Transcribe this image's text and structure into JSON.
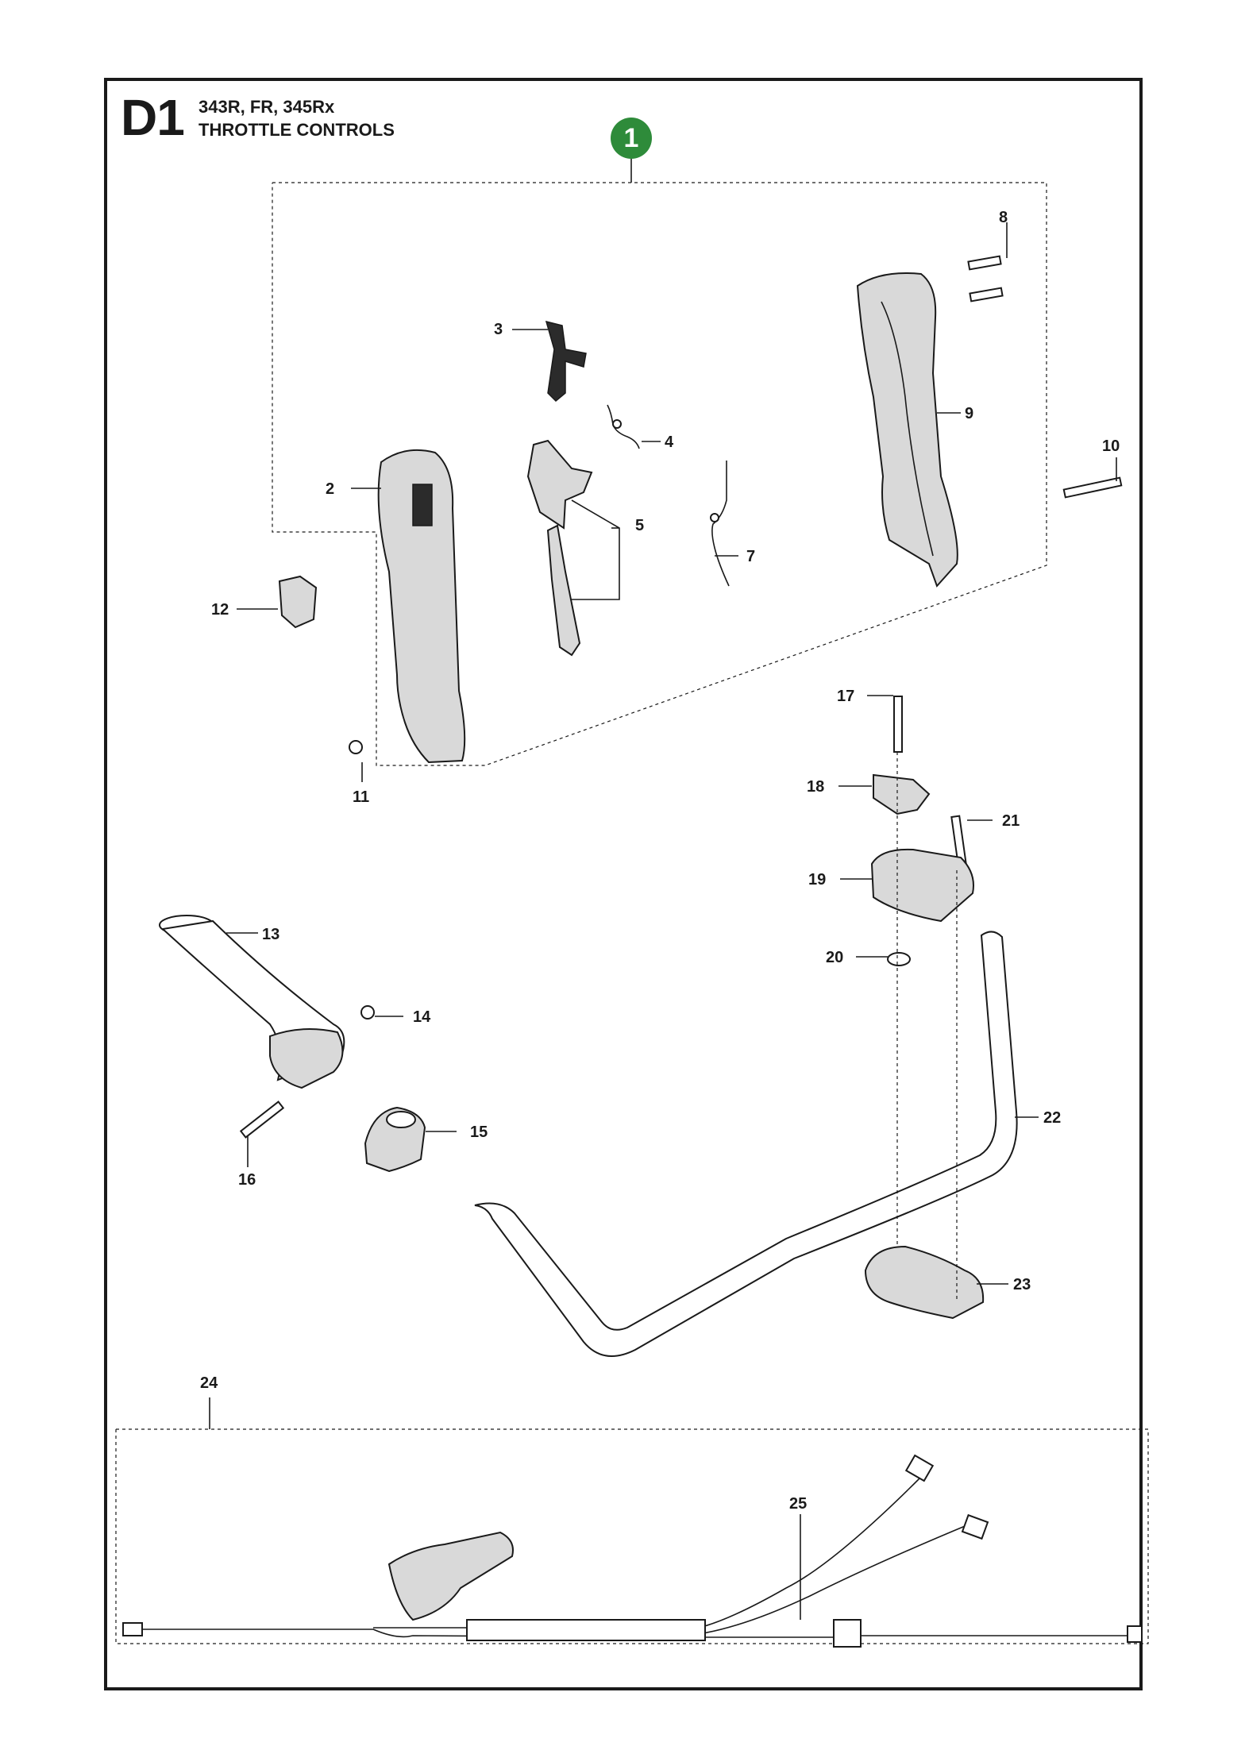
{
  "header": {
    "code": "D1",
    "models": "343R, FR, 345Rx",
    "title": "THROTTLE CONTROLS",
    "kit_badge": "1",
    "badge_color": "#2e8b3a"
  },
  "callouts": [
    "2",
    "3",
    "4",
    "5",
    "7",
    "8",
    "9",
    "10",
    "11",
    "12",
    "13",
    "14",
    "15",
    "16",
    "17",
    "18",
    "19",
    "20",
    "21",
    "22",
    "23",
    "24",
    "25"
  ]
}
